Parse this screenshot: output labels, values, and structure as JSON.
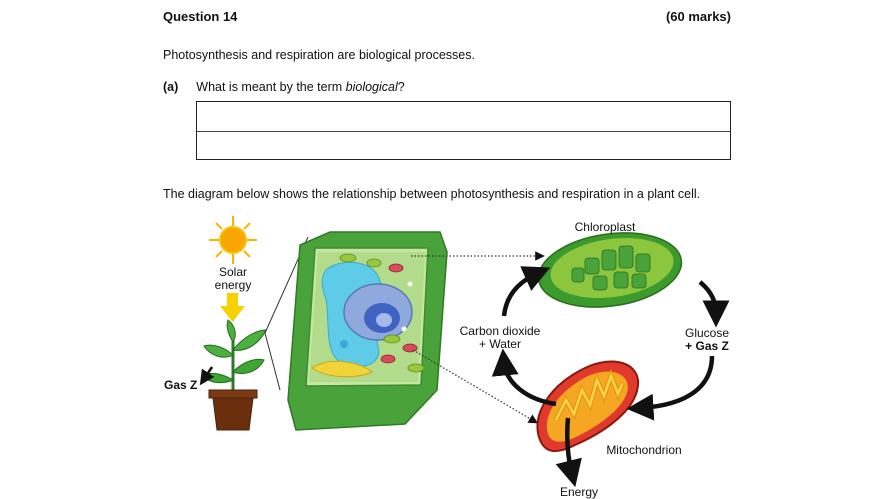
{
  "question": {
    "title": "Question 14",
    "marks": "(60 marks)",
    "intro": "Photosynthesis and respiration are biological processes.",
    "part_a": {
      "label": "(a)",
      "prompt_prefix": "What is meant by the term ",
      "prompt_italic": "biological",
      "prompt_suffix": "?"
    },
    "diagram_intro": "The diagram below shows the relationship between photosynthesis and respiration in a plant cell."
  },
  "diagram": {
    "solar_energy": "Solar\nenergy",
    "gas_z_left": "Gas Z",
    "chloroplast": "Chloroplast",
    "carbon_dioxide": "Carbon dioxide",
    "water": "+ Water",
    "glucose": "Glucose",
    "gas_z_right": "+ Gas Z",
    "mitochondrion": "Mitochondrion",
    "energy": "Energy"
  }
}
